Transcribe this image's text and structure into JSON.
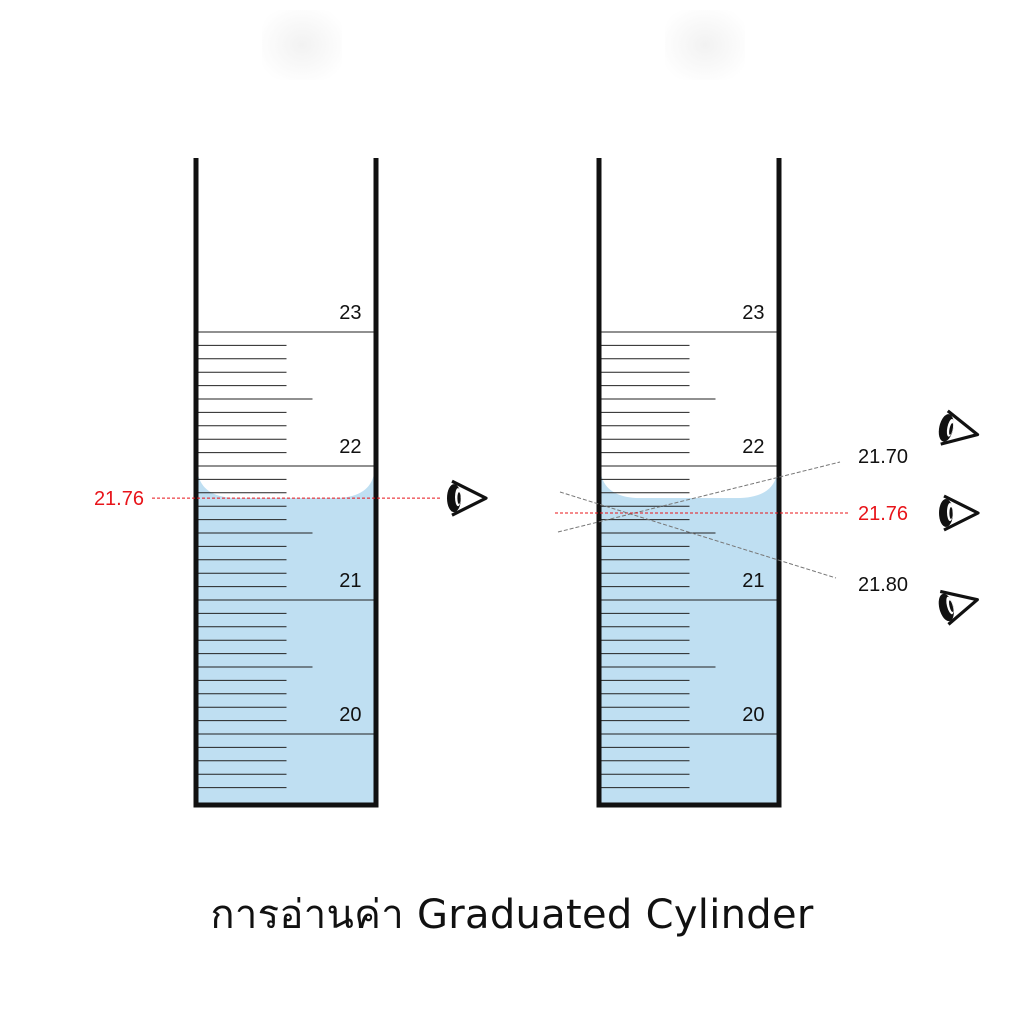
{
  "caption": "การอ่านค่า Graduated Cylinder",
  "colors": {
    "liquid": "#bfdff2",
    "glass": "#111111",
    "highlight": "#e8141a",
    "sightline": "#777777",
    "label": "#111111"
  },
  "scale": {
    "major_labels": [
      "20",
      "21",
      "22",
      "23"
    ],
    "minor_step": 0.1,
    "visible_range": [
      19.6,
      23.0
    ]
  },
  "left_cylinder": {
    "meniscus_reading": "21.76",
    "viewer": "eye-level"
  },
  "right_cylinder": {
    "readings": [
      {
        "label": "21.70",
        "viewpoint": "above eye level",
        "highlight": false
      },
      {
        "label": "21.76",
        "viewpoint": "eye level",
        "highlight": true
      },
      {
        "label": "21.80",
        "viewpoint": "below eye level",
        "highlight": false
      }
    ]
  }
}
